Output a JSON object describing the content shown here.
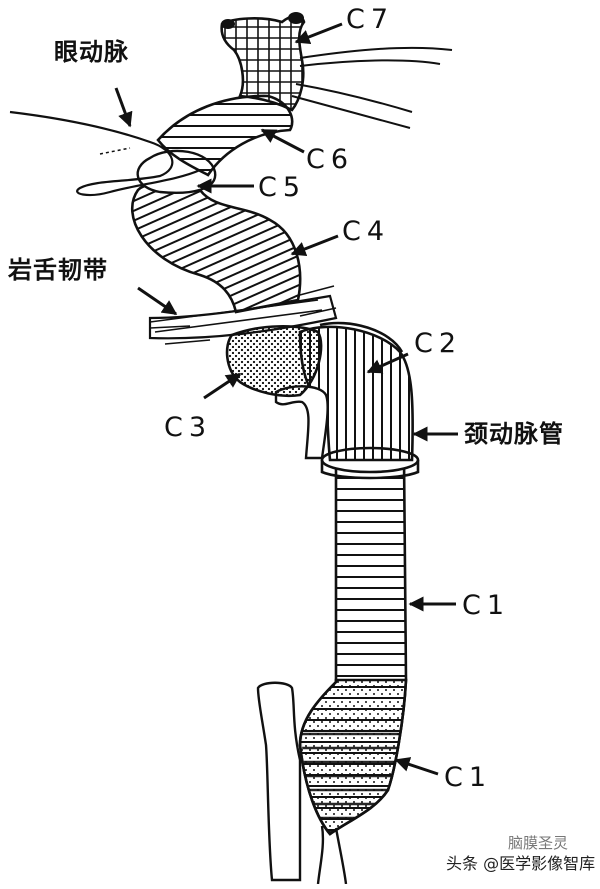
{
  "labels": {
    "ophthalmic": "眼动脉",
    "petrolingual": "岩舌韧带",
    "carotid_canal": "颈动脉管",
    "c1_upper": "C1",
    "c1_lower": "C1",
    "c2": "C2",
    "c3": "C3",
    "c4": "C4",
    "c5": "C5",
    "c6": "C6",
    "c7": "C7"
  },
  "watermark": {
    "text": "头条 @医学影像智库",
    "faded": "脑膜圣灵"
  }
}
